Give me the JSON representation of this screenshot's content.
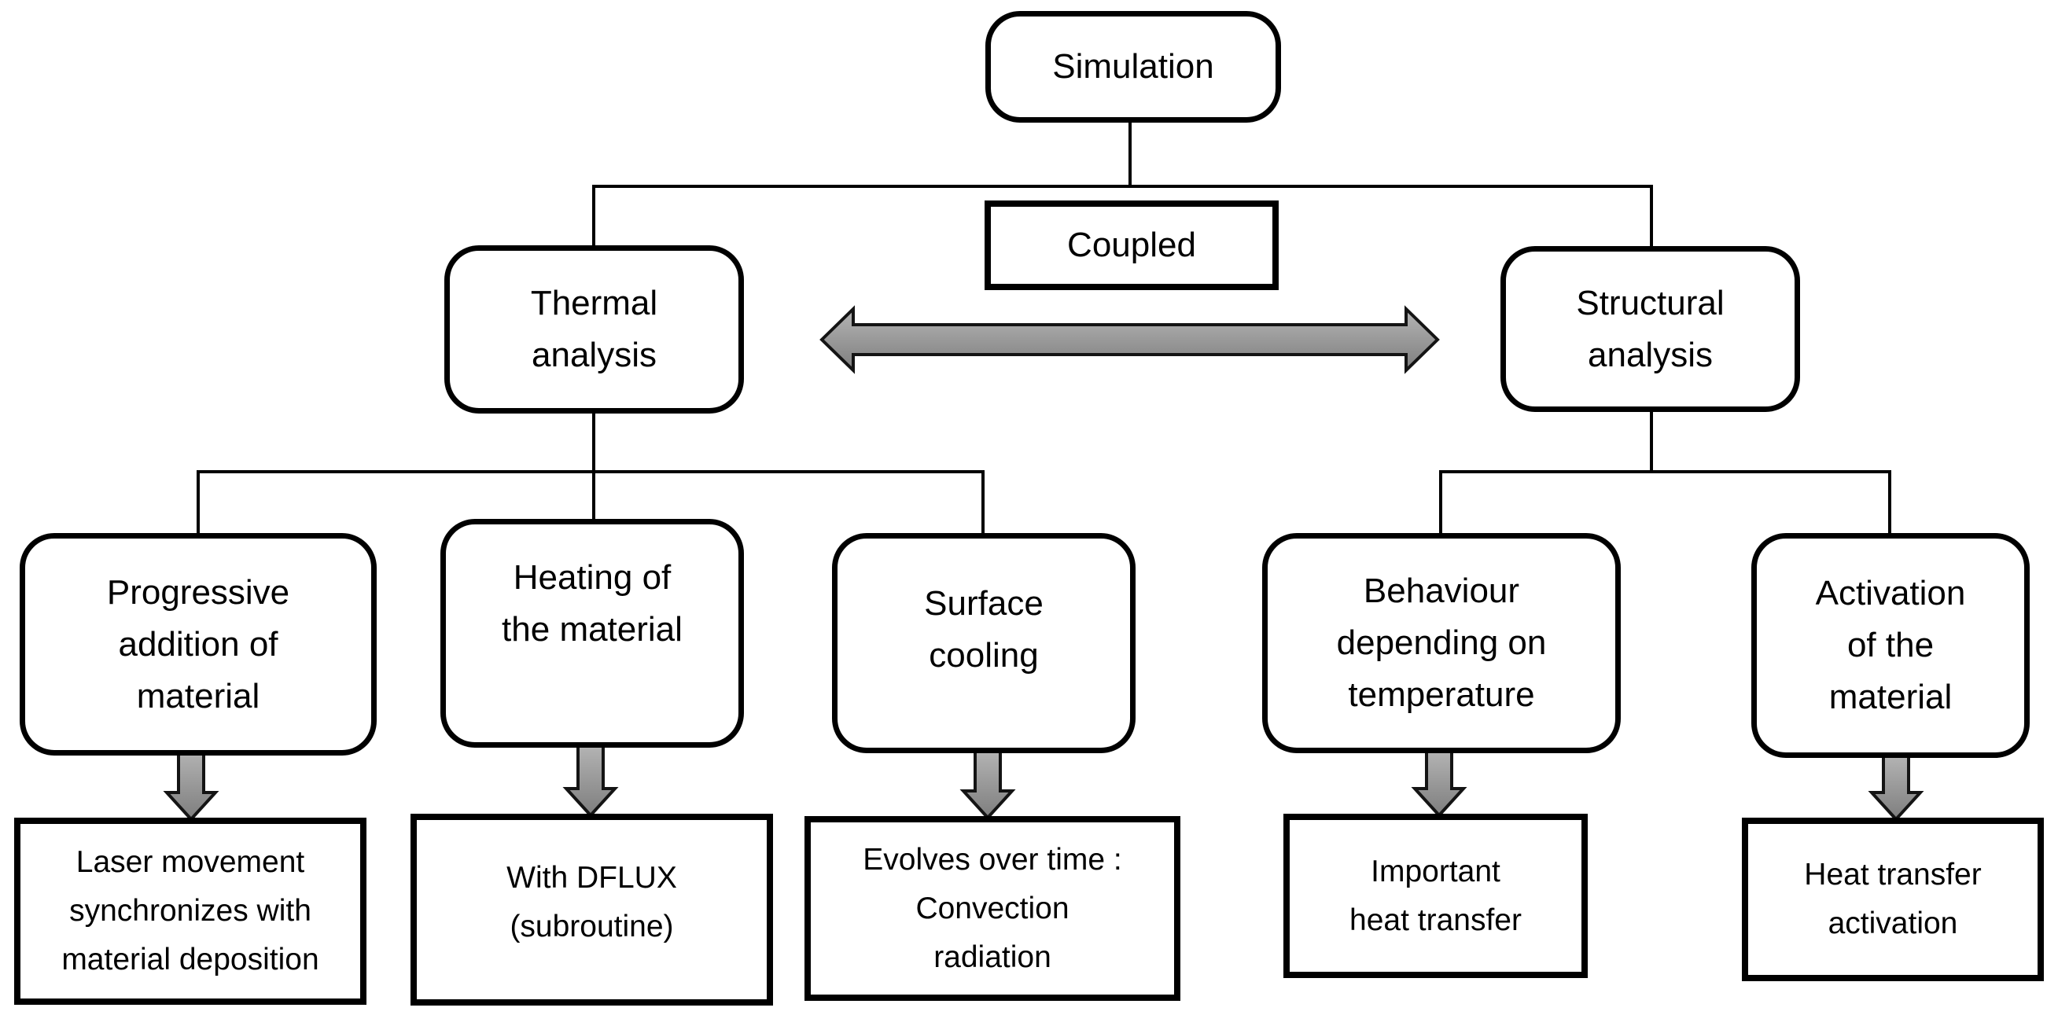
{
  "nodes": {
    "simulation": {
      "lines": [
        "Simulation"
      ]
    },
    "coupled": {
      "lines": [
        "Coupled"
      ]
    },
    "thermal": {
      "lines": [
        "Thermal",
        "analysis"
      ]
    },
    "structural": {
      "lines": [
        "Structural",
        "analysis"
      ]
    },
    "progressive": {
      "lines": [
        "Progressive",
        "addition of",
        "material"
      ]
    },
    "heating": {
      "lines": [
        "Heating of",
        "the material"
      ]
    },
    "surface": {
      "lines": [
        "Surface",
        "cooling"
      ]
    },
    "behaviour": {
      "lines": [
        "Behaviour",
        "depending on",
        "temperature"
      ]
    },
    "activation": {
      "lines": [
        "Activation",
        "of the",
        "material"
      ]
    },
    "laser": {
      "lines": [
        "Laser movement",
        "synchronizes with",
        "material deposition"
      ]
    },
    "dflux": {
      "lines": [
        "With DFLUX",
        "(subroutine)"
      ]
    },
    "evolves": {
      "lines": [
        "Evolves over time :",
        "Convection",
        "radiation"
      ]
    },
    "important": {
      "lines": [
        "Important",
        "heat transfer"
      ]
    },
    "heat_transfer_activation": {
      "lines": [
        "Heat transfer",
        "activation"
      ]
    }
  },
  "colors": {
    "background": "#ffffff",
    "connector_line": "#000000",
    "box_border": "#000000",
    "text": "#000000",
    "arrow_fill_top": "#b5b5b5",
    "arrow_fill_bottom": "#7e7e7e",
    "arrow_outline": "#141414"
  }
}
